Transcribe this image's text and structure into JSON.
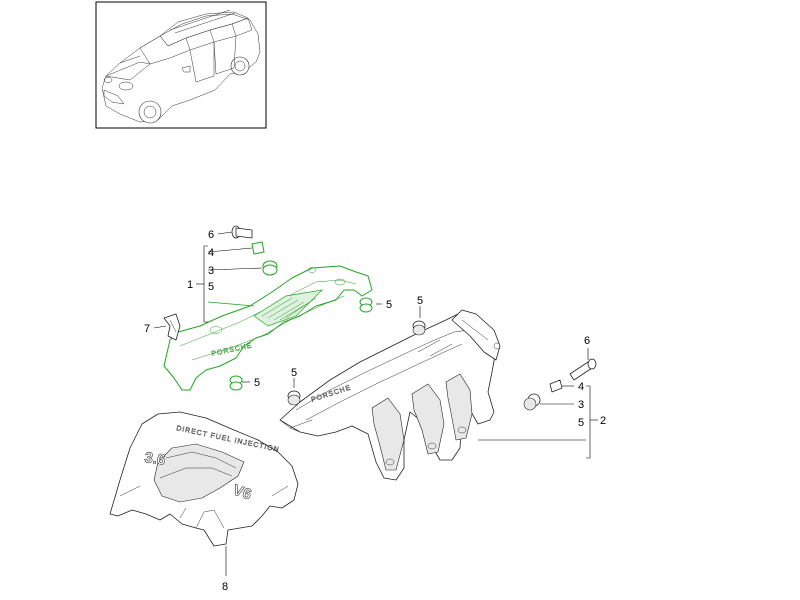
{
  "callouts": {
    "upper_cover": [
      "6",
      "4",
      "3",
      "1",
      "5",
      "5",
      "7",
      "5"
    ],
    "lower_cover": [
      "5",
      "6",
      "4",
      "3",
      "2",
      "5"
    ],
    "engine_cover": [
      "8"
    ]
  },
  "embossed_text": {
    "cover_upper_left": "PORSCHE",
    "cover_lower_right": "PORSCHE",
    "engine_cover_top": "DIRECT FUEL INJECTION",
    "engine_cover_left": "3.6",
    "engine_cover_right": "V6"
  },
  "colors": {
    "highlight": "#22a522",
    "line": "#000000",
    "outline": "#222222"
  }
}
